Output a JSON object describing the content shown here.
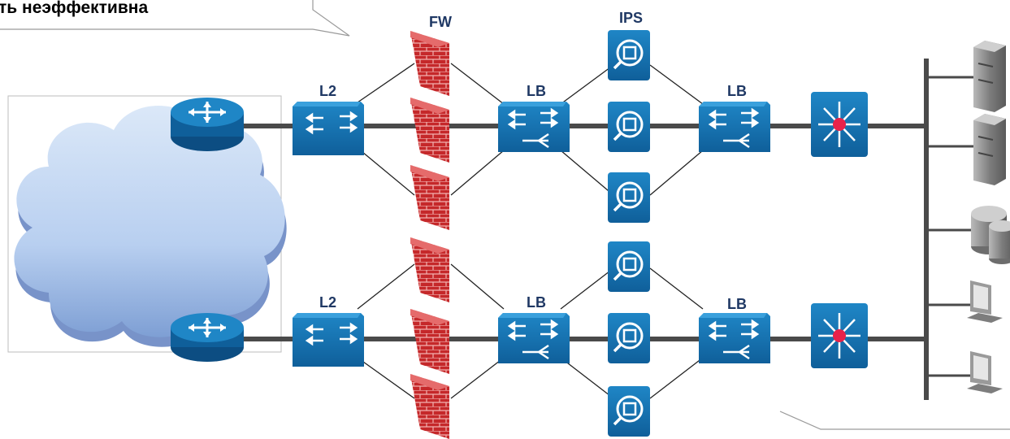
{
  "callout_text": "ть неэффективна",
  "labels": {
    "fw": "FW",
    "ips": "IPS",
    "l2": "L2",
    "lb": "LB"
  },
  "colors": {
    "device_blue": "#1a78b7",
    "device_dark": "#0c4d82",
    "brick_red": "#c5282a",
    "link_dark": "#4a4a4a",
    "core_red": "#e8224a",
    "cloud_fill": "#bcd3f0",
    "label_navy": "#1f3864"
  },
  "icons": [
    "router-icon",
    "l2-switch-icon",
    "firewall-brick-icon",
    "load-balancer-icon",
    "ips-sensor-icon",
    "core-switch-icon",
    "server-tower-icon",
    "database-icon",
    "workstation-icon"
  ]
}
